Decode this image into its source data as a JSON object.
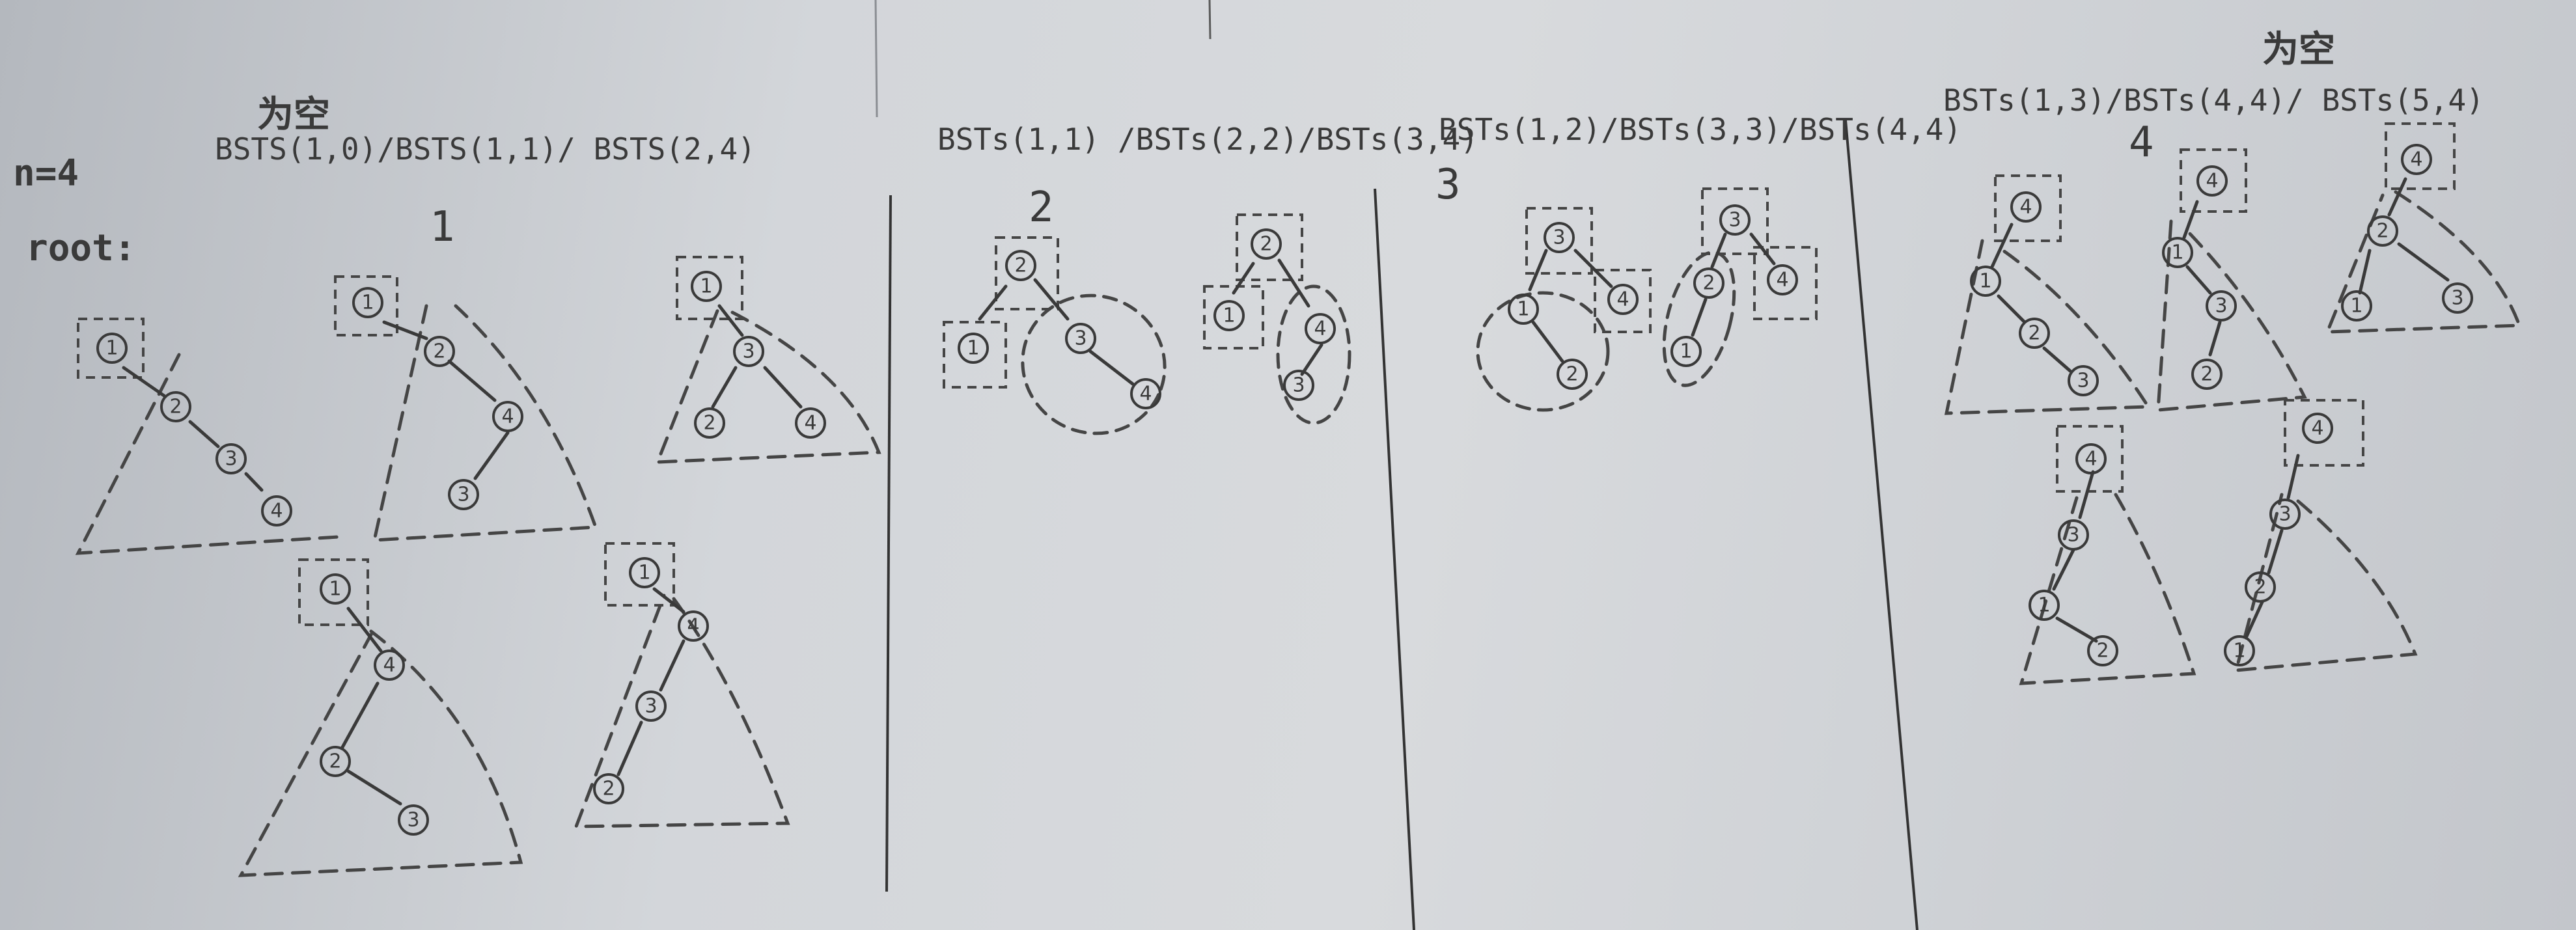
{
  "left": {
    "n": "n=4",
    "root": "root:",
    "empty": "为空",
    "expr": "BSTS(1,0)/BSTS(1,1)/ BSTS(2,4)",
    "root_num": "1"
  },
  "section2": {
    "expr": "BSTs(1,1) /BSTs(2,2)/BSTs(3,4)",
    "root_num": "2"
  },
  "section3": {
    "expr": "BSTs(1,2)/BSTs(3,3)/BSTs(4,4)",
    "root_num": "3"
  },
  "section4": {
    "empty": "为空",
    "expr": "BSTs(1,3)/BSTs(4,4)/ BSTs(5,4)",
    "root_num": "4"
  },
  "node_labels": [
    "1",
    "2",
    "3",
    "4"
  ],
  "ink_color": "#3a3a3a",
  "paper_color": "#d3d6da"
}
